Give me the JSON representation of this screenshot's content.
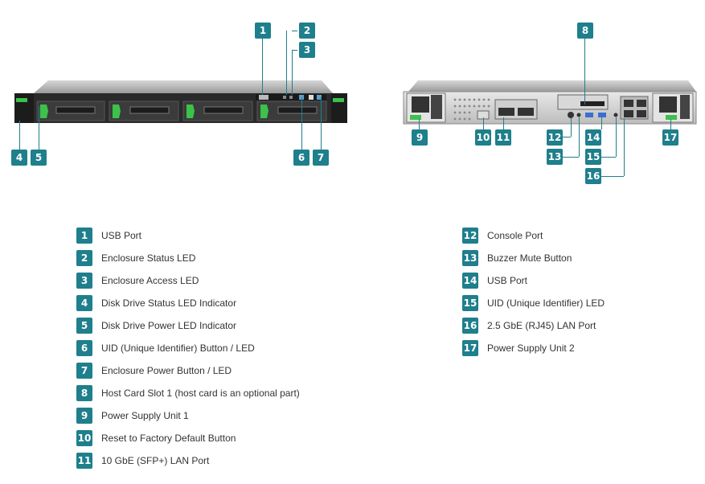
{
  "items": [
    {
      "num": "1",
      "label": "USB Port"
    },
    {
      "num": "2",
      "label": "Enclosure Status LED"
    },
    {
      "num": "3",
      "label": "Enclosure Access LED"
    },
    {
      "num": "4",
      "label": "Disk Drive Status LED Indicator"
    },
    {
      "num": "5",
      "label": "Disk Drive Power LED Indicator"
    },
    {
      "num": "6",
      "label": "UID (Unique Identifier) Button / LED"
    },
    {
      "num": "7",
      "label": "Enclosure Power Button / LED"
    },
    {
      "num": "8",
      "label": "Host Card Slot 1 (host card is an optional part)"
    },
    {
      "num": "9",
      "label": "Power Supply Unit 1"
    },
    {
      "num": "10",
      "label": "Reset to Factory Default Button"
    },
    {
      "num": "11",
      "label": "10 GbE (SFP+) LAN Port"
    },
    {
      "num": "12",
      "label": "Console Port"
    },
    {
      "num": "13",
      "label": "Buzzer Mute Button"
    },
    {
      "num": "14",
      "label": "USB Port"
    },
    {
      "num": "15",
      "label": "UID (Unique Identifier) LED"
    },
    {
      "num": "16",
      "label": "2.5 GbE (RJ45) LAN Port"
    },
    {
      "num": "17",
      "label": "Power Supply Unit 2"
    }
  ],
  "colors": {
    "accent": "#1f7f8c",
    "drive_led": "#3cc24a"
  }
}
